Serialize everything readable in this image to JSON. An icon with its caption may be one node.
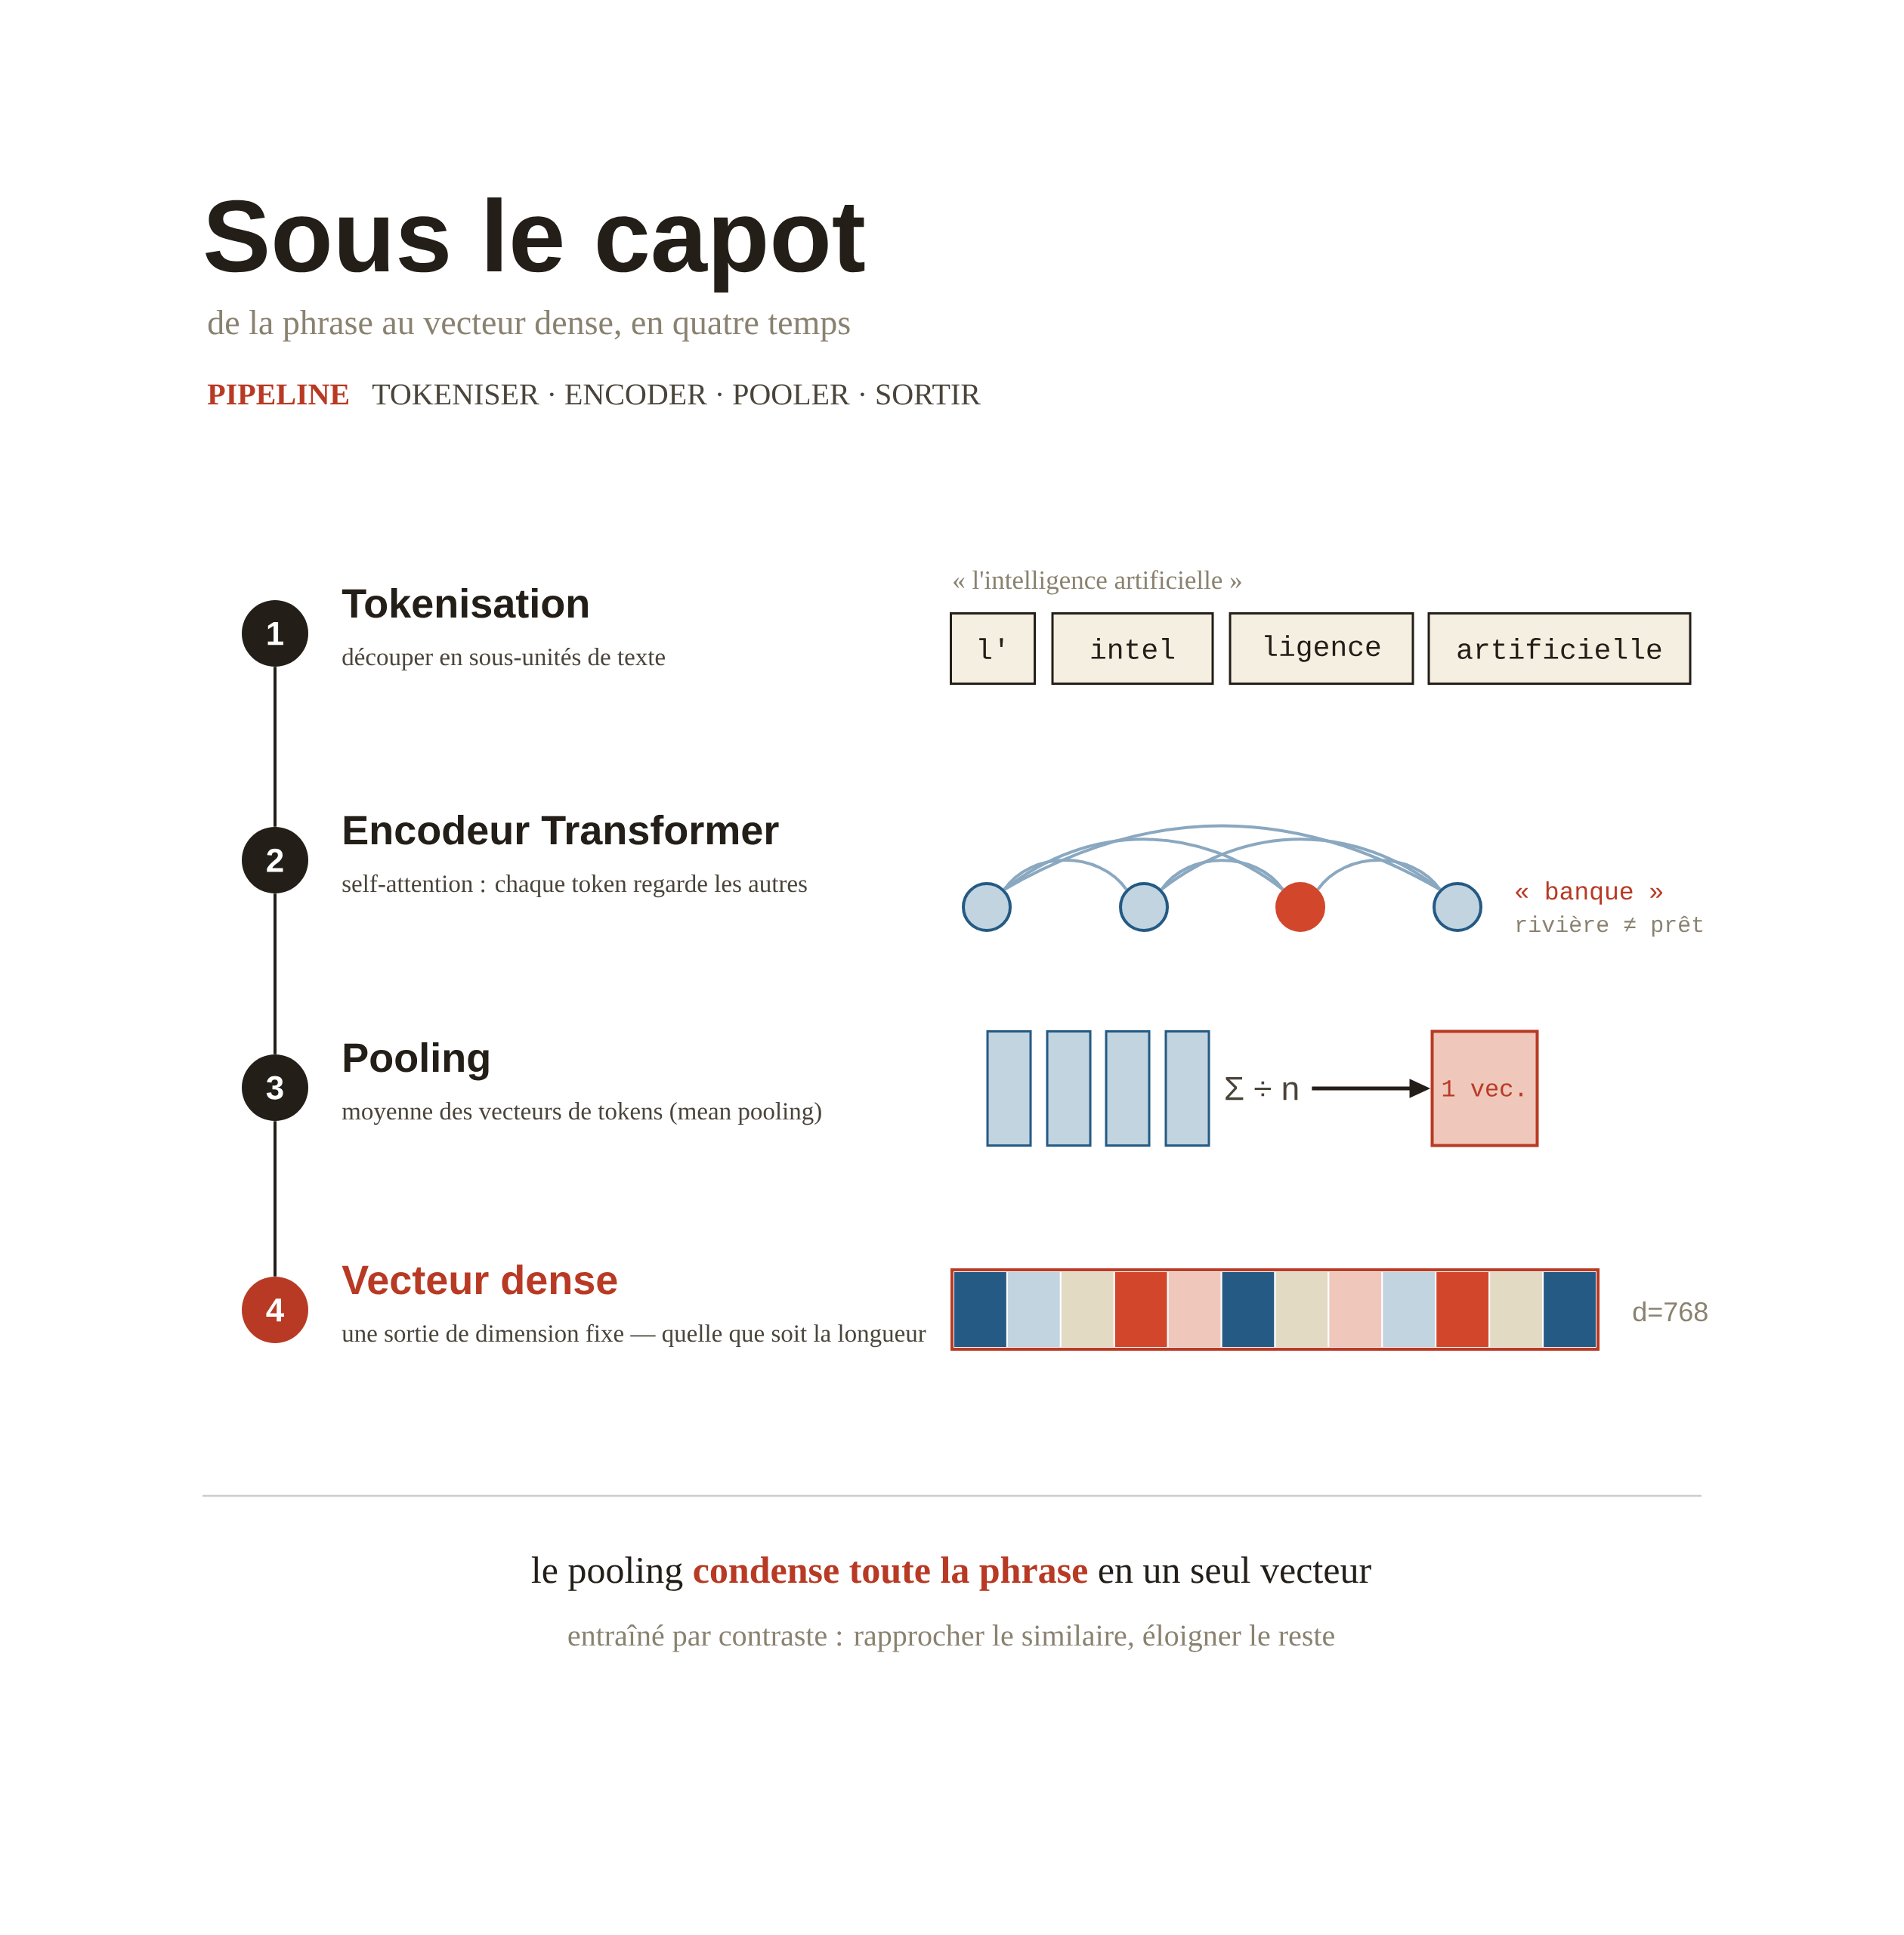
{
  "diagram": {
    "title": "Sous le capot",
    "nodes": [
      {
        "text": [
          "1"
        ],
        "beside": [
          "Tokenisation",
          "découper en sous-unités de texte"
        ]
      },
      {
        "text": [
          "2"
        ],
        "beside": [
          "Encodeur Transformer",
          "self-attention : chaque token regarde les autres"
        ]
      },
      {
        "text": [
          "3"
        ],
        "beside": [
          "Pooling",
          "moyenne des vecteurs de tokens (mean pooling)"
        ]
      },
      {
        "text": [
          "4"
        ],
        "beside": [
          "Vecteur dense",
          "une sortie de dimension fixe — quelle que soit la longueur"
        ]
      },
      {
        "text": [
          "l'"
        ]
      },
      {
        "text": [
          "intel"
        ]
      },
      {
        "text": [
          "ligence"
        ]
      },
      {
        "text": [
          "artificielle"
        ]
      },
      {
        "text": [],
        "shape": "circle"
      },
      {
        "text": [],
        "shape": "circle"
      },
      {
        "text": [],
        "shape": "circle"
      },
      {
        "text": [],
        "shape": "circle"
      },
      {
        "text": [],
        "shape": "bar"
      },
      {
        "text": [],
        "shape": "bar"
      },
      {
        "text": [],
        "shape": "bar"
      },
      {
        "text": [],
        "shape": "bar"
      },
      {
        "text": [
          "Σ ÷ n"
        ]
      },
      {
        "text": [
          "1 vec."
        ]
      }
    ],
    "edges": [
      {
        "from": 0,
        "to": 1,
        "arrow": "none",
        "color": "#231f18"
      },
      {
        "from": 1,
        "to": 2,
        "arrow": "none",
        "color": "#231f18"
      },
      {
        "from": 2,
        "to": 3,
        "arrow": "none",
        "color": "#231f18"
      },
      {
        "from": 8,
        "to": 9,
        "arrow": "none",
        "color": "#8aa8c0"
      },
      {
        "from": 8,
        "to": 10,
        "arrow": "none",
        "color": "#8aa8c0"
      },
      {
        "from": 8,
        "to": 11,
        "arrow": "none",
        "color": "#8aa8c0"
      },
      {
        "from": 9,
        "to": 10,
        "arrow": "none",
        "color": "#8aa8c0"
      },
      {
        "from": 9,
        "to": 11,
        "arrow": "none",
        "color": "#8aa8c0"
      },
      {
        "from": 10,
        "to": 11,
        "arrow": "none",
        "color": "#8aa8c0"
      },
      {
        "from": 16,
        "to": 17,
        "arrow": "to",
        "color": "#231f18"
      }
    ],
    "labels": [
      "de la phrase au vecteur dense, en quatre temps",
      "PIPELINE",
      "TOKENISER · ENCODER · POOLER · SORTIR",
      "« l'intelligence artificielle »",
      "« banque »",
      "rivière ≠ prêt",
      "d=768",
      "le pooling **condense toute la phrase** en un seul vecteur",
      "entraîné par contraste : rapprocher le similaire, éloigner le reste"
    ]
  }
}
